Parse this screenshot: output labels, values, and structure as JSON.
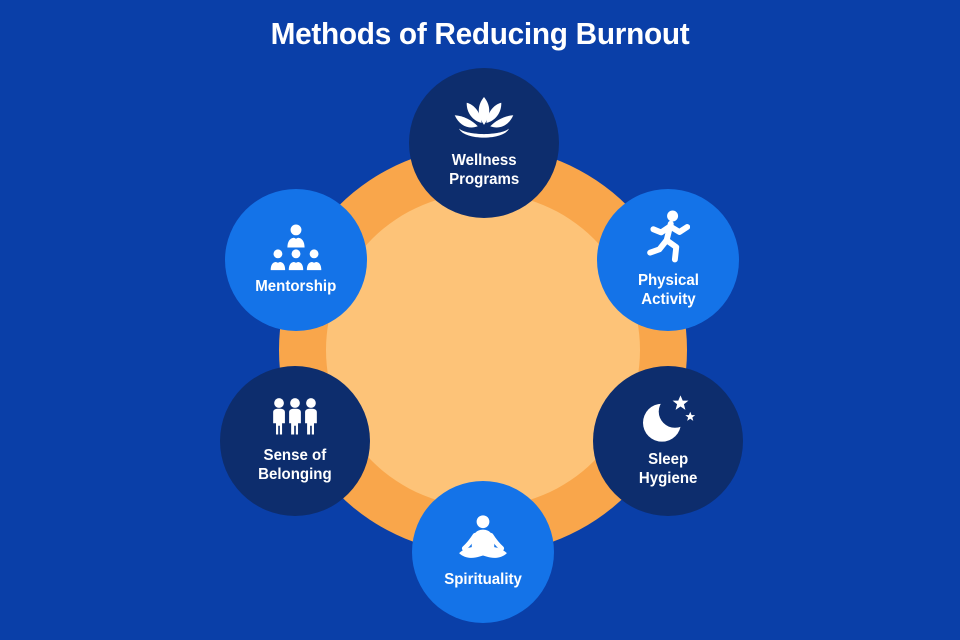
{
  "title": "Methods of Reducing Burnout",
  "colors": {
    "background": "#0a3fa8",
    "node_navy": "#0d2d6d",
    "node_blue": "#1473e8",
    "ring_outer_orange": "#f9a64b",
    "ring_inner_orange": "#fdc378",
    "text": "#ffffff"
  },
  "nodes": [
    {
      "label": "Wellness Programs",
      "lines": [
        "Wellness",
        "Programs"
      ],
      "icon": "lotus-icon",
      "style": "navy",
      "position": "top"
    },
    {
      "label": "Physical Activity",
      "lines": [
        "Physical",
        "Activity"
      ],
      "icon": "runner-icon",
      "style": "blue",
      "position": "top-right"
    },
    {
      "label": "Sleep Hygiene",
      "lines": [
        "Sleep",
        "Hygiene"
      ],
      "icon": "moon-stars-icon",
      "style": "navy",
      "position": "bottom-right"
    },
    {
      "label": "Spirituality",
      "lines": [
        "Spirituality"
      ],
      "icon": "meditation-icon",
      "style": "blue",
      "position": "bottom"
    },
    {
      "label": "Sense of Belonging",
      "lines": [
        "Sense of",
        "Belonging"
      ],
      "icon": "people-group-icon",
      "style": "navy",
      "position": "bottom-left"
    },
    {
      "label": "Mentorship",
      "lines": [
        "Mentorship"
      ],
      "icon": "mentorship-icon",
      "style": "blue",
      "position": "top-left"
    }
  ]
}
